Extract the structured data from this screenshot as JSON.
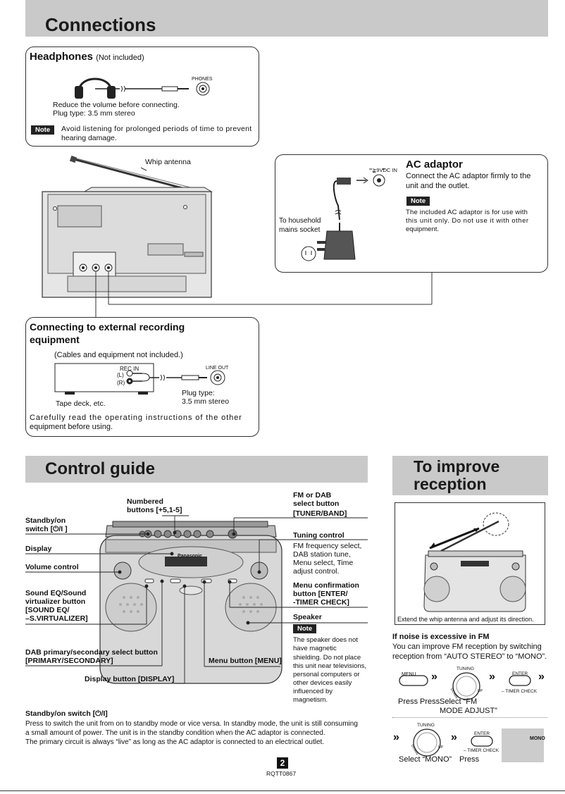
{
  "connections": {
    "title": "Connections",
    "headphones": {
      "heading": "Headphones",
      "heading_suffix": "(Not included)",
      "jack_label": "PHONES",
      "line1": "Reduce the volume before connecting.",
      "line2": "Plug type: 3.5 mm stereo",
      "note_label": "Note",
      "note_line1": "Avoid listening for prolonged periods of time to prevent",
      "note_line2": "hearing damage."
    },
    "whip_antenna_label": "Whip antenna",
    "ac_adaptor": {
      "jack_label": "≩9VDC IN",
      "heading": "AC adaptor",
      "line1": "Connect the AC adaptor firmly to the",
      "line2": "unit and the outlet.",
      "note_label": "Note",
      "note_line1": "The included AC adaptor is for use with",
      "note_line2": "this unit only. Do not use it with other",
      "note_line3": "equipment.",
      "household_line1": "To household",
      "household_line2": "mains socket"
    },
    "external": {
      "heading_line1": "Connecting to external recording",
      "heading_line2": "equipment",
      "subtitle": "(Cables and equipment not included.)",
      "rec_in": "REC IN",
      "left": "(L)",
      "right": "(R)",
      "line_out": "LINE OUT",
      "plug_line1": "Plug type:",
      "plug_line2": "3.5 mm stereo",
      "tape_deck": "Tape deck, etc.",
      "instr_line1": "Carefully read the operating instructions of the other",
      "instr_line2": "equipment before using."
    }
  },
  "control_guide": {
    "title": "Control guide",
    "labels": {
      "numbered_1": "Numbered",
      "numbered_2": "buttons [+5,1-5]",
      "standby_1": "Standby/on",
      "standby_2": "switch [⏻/I ]",
      "display": "Display",
      "volume": "Volume control",
      "sound_1": "Sound EQ/Sound",
      "sound_2": "virtualizer button",
      "sound_3": "[SOUND EQ/",
      "sound_4": "–S.VIRTUALIZER]",
      "dab_1": "DAB primary/secondary select button",
      "dab_2": "[PRIMARY/SECONDARY]",
      "display_btn": "Display button [DISPLAY]",
      "menu_btn": "Menu button [MENU]",
      "fm_dab_1": "FM or DAB",
      "fm_dab_2": "select button",
      "fm_dab_3": "[TUNER/BAND]",
      "tuning": "Tuning control",
      "tuning_d1": "FM frequency select,",
      "tuning_d2": "DAB station tune,",
      "tuning_d3": "Menu select, Time",
      "tuning_d4": "adjust control.",
      "menu_conf_1": "Menu confirmation",
      "menu_conf_2": "button [ENTER/",
      "menu_conf_3": "-TIMER CHECK]",
      "speaker": "Speaker",
      "note_label": "Note",
      "speaker_note": [
        "The speaker does not",
        "have magnetic",
        "shielding. Do not place",
        "this unit near televisions,",
        "personal computers or",
        "other devices easily",
        "influenced by",
        "magnetism."
      ]
    },
    "standby_heading": "Standby/on switch [⏻/I]",
    "standby_text": [
      "Press to switch the unit from on to standby mode or vice versa. In standby mode, the unit is still consuming",
      "a small amount of power.  The unit is in the standby condition when the AC adaptor is connected.",
      "The primary circuit is always “live” as long as the AC adaptor is connected to an electrical outlet."
    ],
    "brand": "Panasonic"
  },
  "reception": {
    "title_line1": "To improve",
    "title_line2": "reception",
    "caption": "Extend the whip antenna and adjust its direction.",
    "noise_heading": "If noise is excessive in FM",
    "noise_line1": "You can improve FM reception by switching",
    "noise_line2": "reception from “AUTO STEREO” to “MONO”.",
    "menu_label": "MENU",
    "tuning_label": "TUNING",
    "enter_label": "ENTER",
    "timer_check": "– TIMER CHECK",
    "down": "DOWN",
    "up": "UP",
    "step1_press": "Press",
    "step1_press2": "Press",
    "step1_select_1": "Select “FM",
    "step1_select_2": "MODE ADJUST”",
    "mono_display": "MONO",
    "step2_select": "Select “MONO”",
    "step2_press": "Press"
  },
  "footer": {
    "page_number": "2",
    "doc_code": "RQTT0867"
  },
  "colors": {
    "section_bar": "#c9c9c9",
    "ink": "#111111",
    "device_body": "#d8d8d8"
  }
}
